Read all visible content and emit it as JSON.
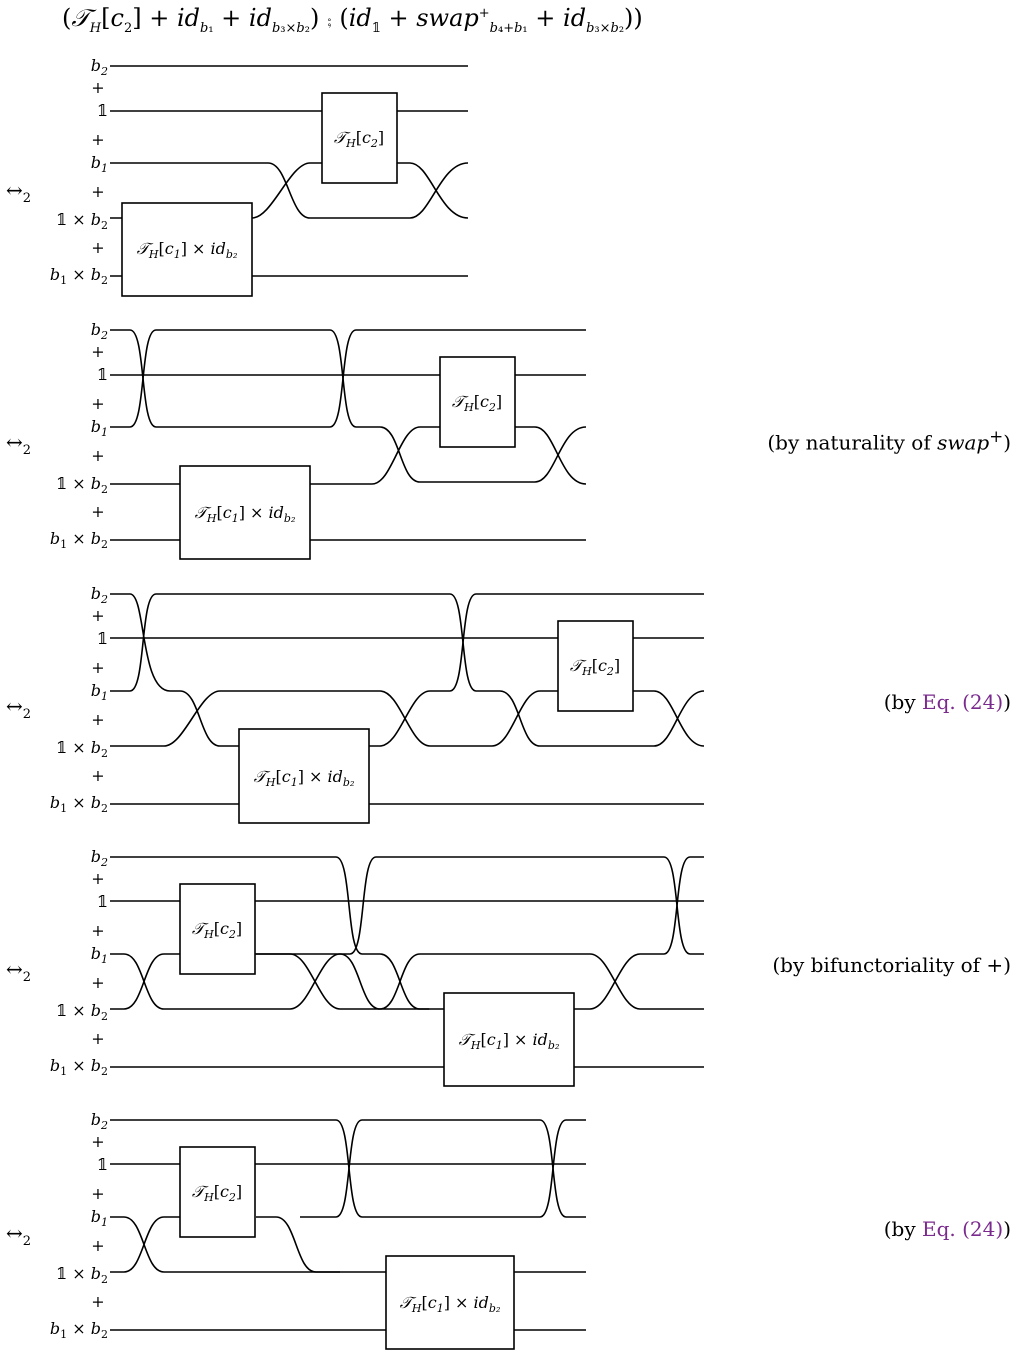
{
  "header": {
    "formula": "(𝒯H[c2] + idb1 + idb3×b2) ⨾ (id𝟙 + swap+b4+b1 + idb3×b2))"
  },
  "wire_labels": [
    "b2",
    "+",
    "𝟙",
    "+",
    "b1",
    "+",
    "𝟙 × b2",
    "+",
    "b1 × b2"
  ],
  "box_labels": {
    "c2": "𝒯H[c2]",
    "c1": "𝒯H[c1] × idb2"
  },
  "steps": [
    {
      "arrow": "↔2",
      "justification_prefix": "",
      "justification_link": "",
      "justification_suffix": ""
    },
    {
      "arrow": "↔2",
      "justification_prefix": "(by naturality of ",
      "justification_link": "",
      "justification_suffix": "swap+)"
    },
    {
      "arrow": "↔2",
      "justification_prefix": "(by ",
      "justification_link": "Eq. (24)",
      "justification_suffix": ")"
    },
    {
      "arrow": "↔2",
      "justification_prefix": "(by bifunctoriality of +)",
      "justification_link": "",
      "justification_suffix": ""
    },
    {
      "arrow": "↔2",
      "justification_prefix": "(by ",
      "justification_link": "Eq. (24)",
      "justification_suffix": ")"
    }
  ],
  "colors": {
    "link": "#7b2a8e",
    "ink": "#000000"
  }
}
